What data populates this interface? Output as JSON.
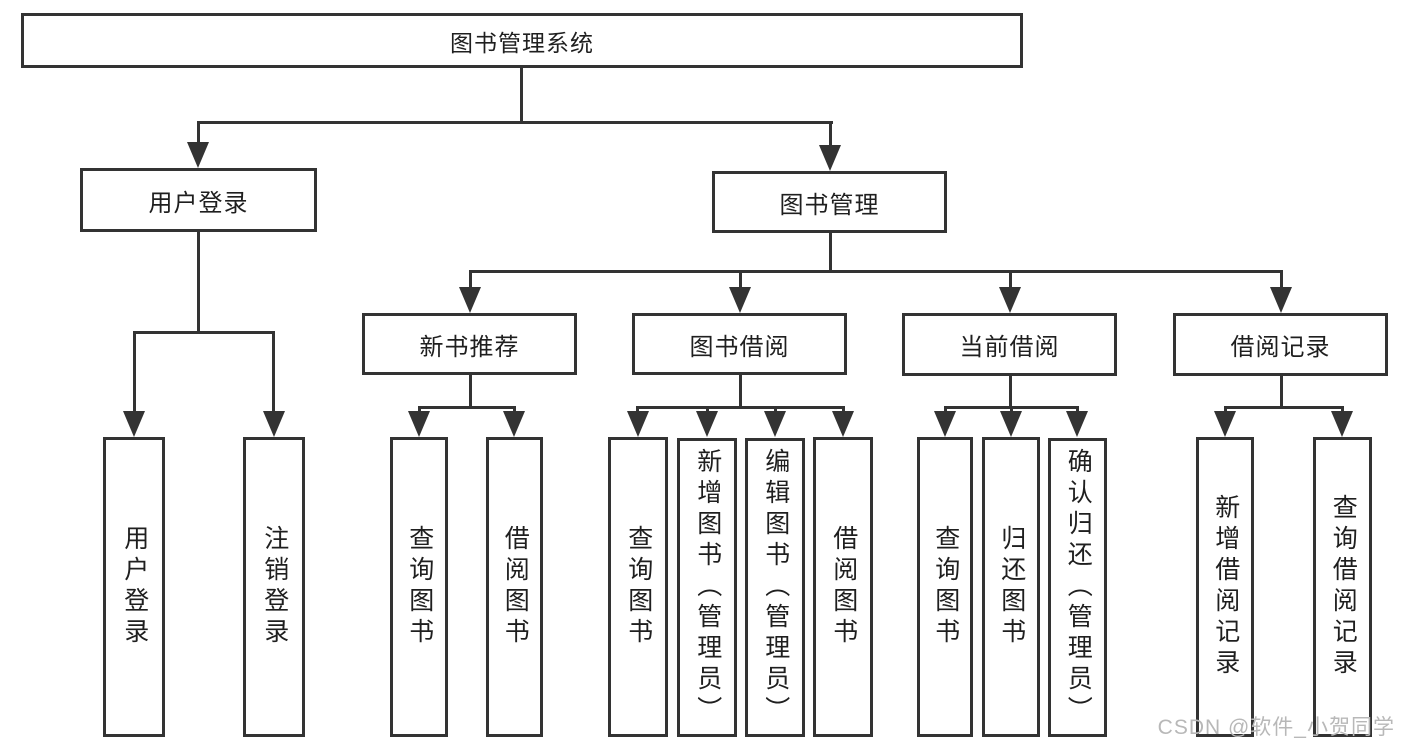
{
  "title": "图书管理系统",
  "watermark": "CSDN @软件_小贺同学",
  "colors": {
    "line": "#333333",
    "border": "#333333",
    "background": "#ffffff",
    "text": "#1f1f1f",
    "watermark": "#b8b8b8"
  },
  "nodes": {
    "root": {
      "label": "图书管理系统"
    },
    "level2": {
      "user_login": {
        "label": "用户登录"
      },
      "book_mgmt": {
        "label": "图书管理"
      }
    },
    "level3": {
      "recommend": {
        "label": "新书推荐"
      },
      "borrow": {
        "label": "图书借阅"
      },
      "current": {
        "label": "当前借阅"
      },
      "records": {
        "label": "借阅记录"
      }
    },
    "leaves": {
      "user": [
        "用户登录",
        "注销登录"
      ],
      "recommend": [
        "查询图书",
        "借阅图书"
      ],
      "borrow": [
        "查询图书",
        "新增图书（管理员）",
        "编辑图书（管理员）",
        "借阅图书"
      ],
      "current": [
        "查询图书",
        "归还图书",
        "确认归还（管理员）"
      ],
      "records": [
        "新增借阅记录",
        "查询借阅记录"
      ]
    }
  }
}
